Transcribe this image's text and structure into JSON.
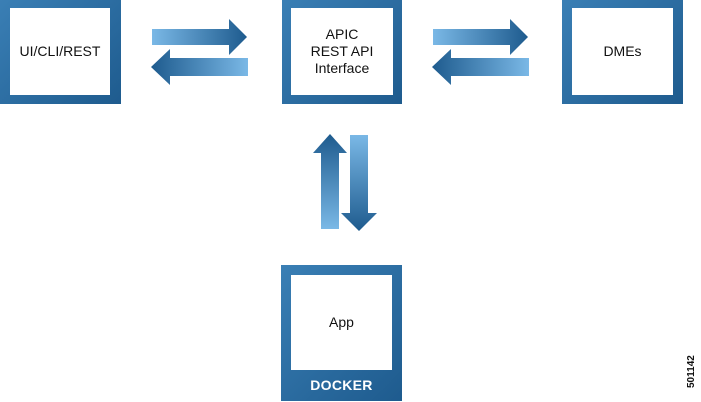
{
  "boxes": {
    "ui": {
      "label": "UI/CLI/REST"
    },
    "apic": {
      "lines": [
        "APIC",
        "REST API",
        "Interface"
      ]
    },
    "dme": {
      "label": "DMEs"
    },
    "app": {
      "label": "App",
      "container_label": "DOCKER"
    }
  },
  "figure_id": "501142",
  "colors": {
    "box_frame": "#2a6ba1",
    "arrow_dark": "#1e5b8e",
    "arrow_light": "#6fb0e0"
  }
}
